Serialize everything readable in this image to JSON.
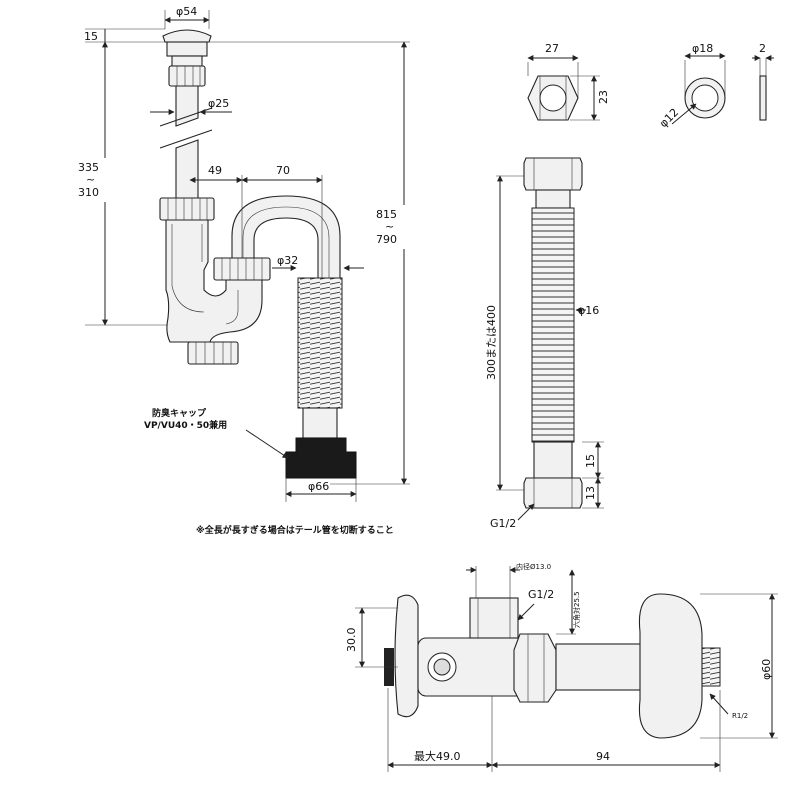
{
  "trap_drawing": {
    "dim_top_diameter": "φ54",
    "dim_cap_height": "15",
    "dim_tailpipe_diameter": "φ25",
    "dim_height_range_top": "335",
    "dim_height_range_sep": "~",
    "dim_height_range_bottom": "310",
    "dim_offset_49": "49",
    "dim_offset_70": "70",
    "dim_hose_diameter": "φ32",
    "dim_total_top": "815",
    "dim_total_sep": "~",
    "dim_total_bottom": "790",
    "cap_label_line1": "防臭キャップ",
    "cap_label_line2": "VP/VU40・50兼用",
    "dim_cap_diameter": "φ66",
    "footnote": "※全長が長すぎる場合はテール管を切断すること"
  },
  "hose_drawing": {
    "dim_nut_width": "27",
    "dim_nut_height": "23",
    "dim_washer_outer": "φ18",
    "dim_washer_inner": "φ12",
    "dim_washer_thickness": "2",
    "dim_hose_length": "300または400",
    "dim_hose_diameter": "φ16",
    "dim_lower_15": "15",
    "dim_lower_13": "13",
    "thread_label": "G1/2"
  },
  "valve_drawing": {
    "dim_inner_diameter": "内径Ø13.0",
    "dim_hex_width": "六角対25.5",
    "thread_label": "G1/2",
    "dim_height_30": "30.0",
    "dim_flange_diameter": "φ60",
    "thread_r_label": "R1/2",
    "dim_max_length": "最大49.0",
    "dim_length_94": "94"
  }
}
